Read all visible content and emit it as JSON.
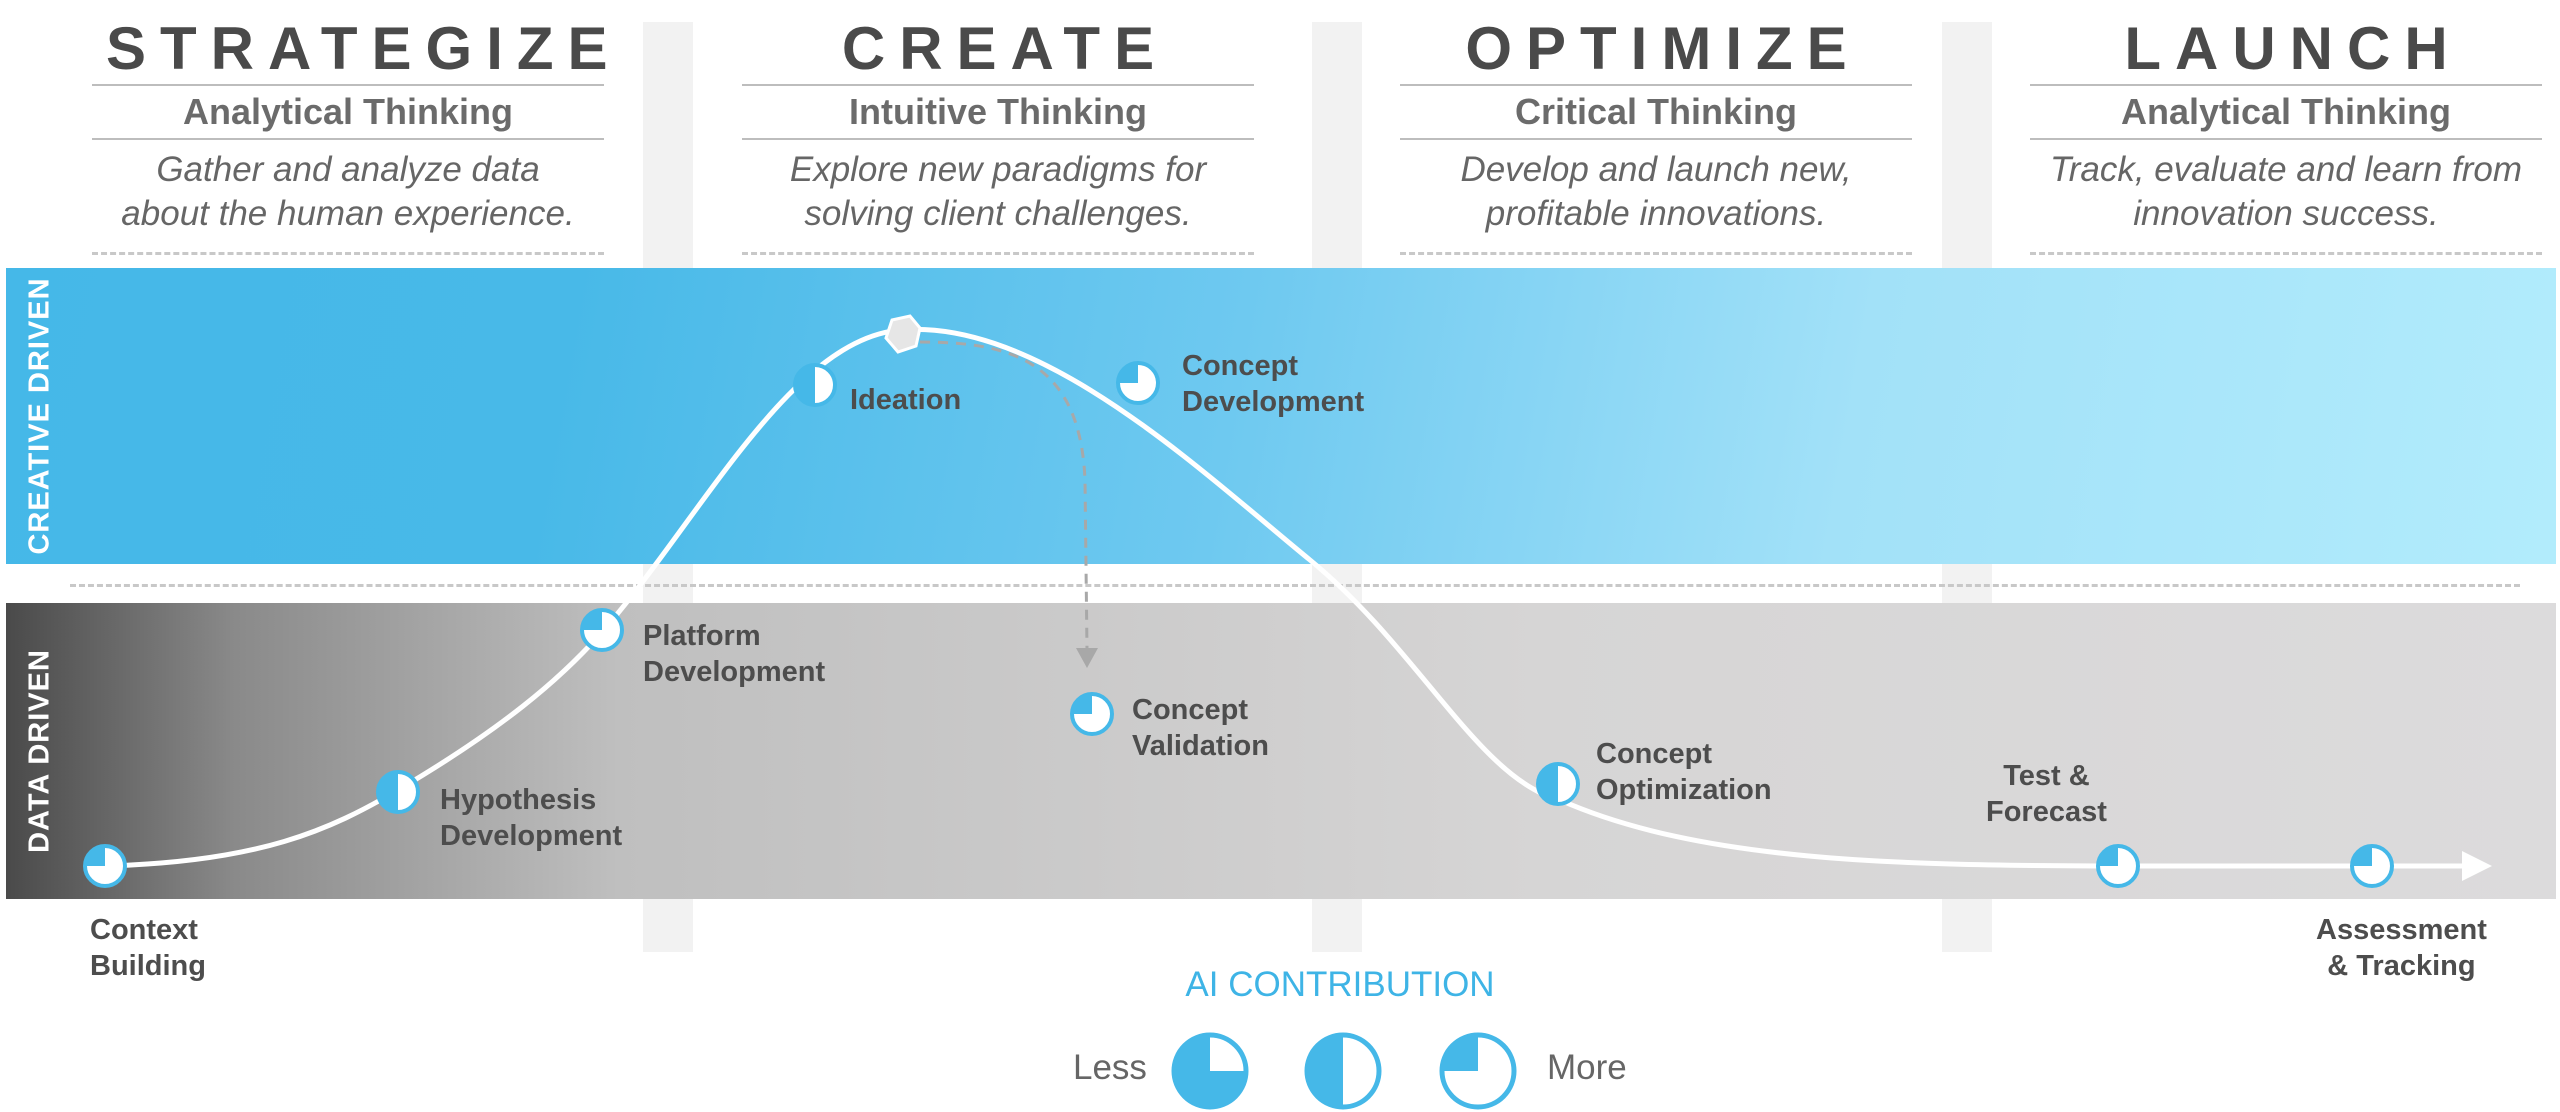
{
  "phases": [
    {
      "title": "STRATEGIZE",
      "mode": "Analytical Thinking",
      "description": "Gather and analyze data\nabout the human experience."
    },
    {
      "title": "CREATE",
      "mode": "Intuitive Thinking",
      "description": "Explore new paradigms for\nsolving client challenges."
    },
    {
      "title": "OPTIMIZE",
      "mode": "Critical Thinking",
      "description": "Develop and launch new,\nprofitable innovations."
    },
    {
      "title": "LAUNCH",
      "mode": "Analytical Thinking",
      "description": "Track, evaluate and learn from\ninnovation success."
    }
  ],
  "bands": {
    "creative": "CREATIVE DRIVEN",
    "data": "DATA DRIVEN"
  },
  "nodes": [
    {
      "label": "Context\nBuilding",
      "ai_level": "less"
    },
    {
      "label": "Hypothesis\nDevelopment",
      "ai_level": "medium"
    },
    {
      "label": "Platform\nDevelopment",
      "ai_level": "less"
    },
    {
      "label": "Ideation",
      "ai_level": "medium"
    },
    {
      "label": "Concept\nDevelopment",
      "ai_level": "less"
    },
    {
      "label": "Concept\nValidation",
      "ai_level": "less"
    },
    {
      "label": "Concept\nOptimization",
      "ai_level": "medium"
    },
    {
      "label": "Test &\nForecast",
      "ai_level": "less"
    },
    {
      "label": "Assessment\n& Tracking",
      "ai_level": "less"
    }
  ],
  "legend": {
    "title": "AI CONTRIBUTION",
    "less": "Less",
    "more": "More",
    "levels": [
      0.25,
      0.5,
      0.75
    ]
  },
  "colors": {
    "accent": "#45b8e8",
    "text": "#4d4d4d",
    "curve": "#ffffff"
  }
}
